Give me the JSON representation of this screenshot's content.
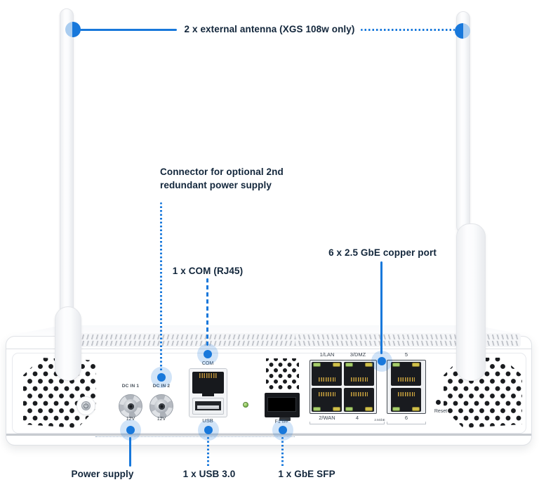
{
  "colors": {
    "accent": "#1878db",
    "halo": "rgba(24,120,219,0.2)",
    "label_text": "#12263b",
    "led_green": "#a6cd6b",
    "led_amber": "#cfc04a"
  },
  "callouts": {
    "antenna": "2 x external antenna (XGS 108w only)",
    "psu_line1": "Connector for optional 2nd",
    "psu_line2": "redundant power supply",
    "com": "1 x COM (RJ45)",
    "copper": "6 x 2.5 GbE copper port",
    "power": "Power supply",
    "usb": "1 x USB 3.0",
    "sfp": "1 x GbE SFP"
  },
  "panel": {
    "dc1": "DC IN 1",
    "dc2": "DC IN 2",
    "v12_1": "12V",
    "v12_2": "12V",
    "com": "COM",
    "usb": "USB",
    "sfp_name": "F1",
    "sfp_tag": "SFP",
    "ports_top": [
      "1/LAN",
      "3/DMZ",
      "5"
    ],
    "ports_bottom": [
      "2/WAN",
      "4",
      "6"
    ],
    "speed": "2.5GbE",
    "reset": "Reset"
  }
}
